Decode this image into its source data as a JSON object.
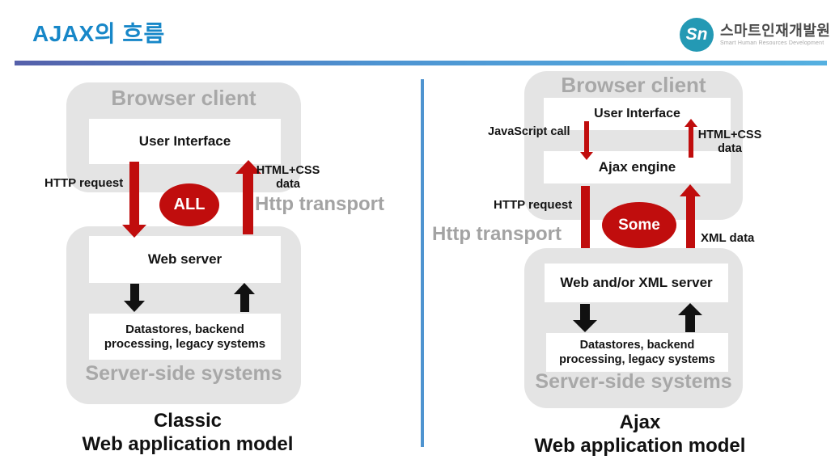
{
  "header": {
    "title": "AJAX의 흐름",
    "logo": {
      "monogram": "Sn",
      "name": "스마트인재개발원",
      "subtitle": "Smart Human Resources Development"
    }
  },
  "colors": {
    "accent_red": "#c00d0d",
    "title_blue": "#1787c8",
    "divider_blue": "#4f94d0",
    "panel_gray": "#e4e4e4",
    "muted_gray_text": "#a8a8a8",
    "logo_teal": "#2499b4"
  },
  "classic": {
    "browser_title": "Browser client",
    "user_interface": "User Interface",
    "http_request": "HTTP request",
    "html_css_line1": "HTML+CSS",
    "html_css_line2": "data",
    "ellipse_label": "ALL",
    "transport": "Http transport",
    "web_server": "Web server",
    "datastores_line1": "Datastores, backend",
    "datastores_line2": "processing, legacy systems",
    "server_title": "Server-side systems",
    "caption_line1": "Classic",
    "caption_line2": "Web application model"
  },
  "ajax": {
    "browser_title": "Browser client",
    "user_interface": "User Interface",
    "javascript_call": "JavaScript call",
    "html_css_line1": "HTML+CSS",
    "html_css_line2": "data",
    "ajax_engine": "Ajax engine",
    "http_request": "HTTP request",
    "ellipse_label": "Some",
    "transport": "Http transport",
    "xml_data": "XML data",
    "web_server": "Web and/or XML server",
    "datastores_line1": "Datastores, backend",
    "datastores_line2": "processing, legacy systems",
    "server_title": "Server-side systems",
    "caption_line1": "Ajax",
    "caption_line2": "Web application model"
  }
}
